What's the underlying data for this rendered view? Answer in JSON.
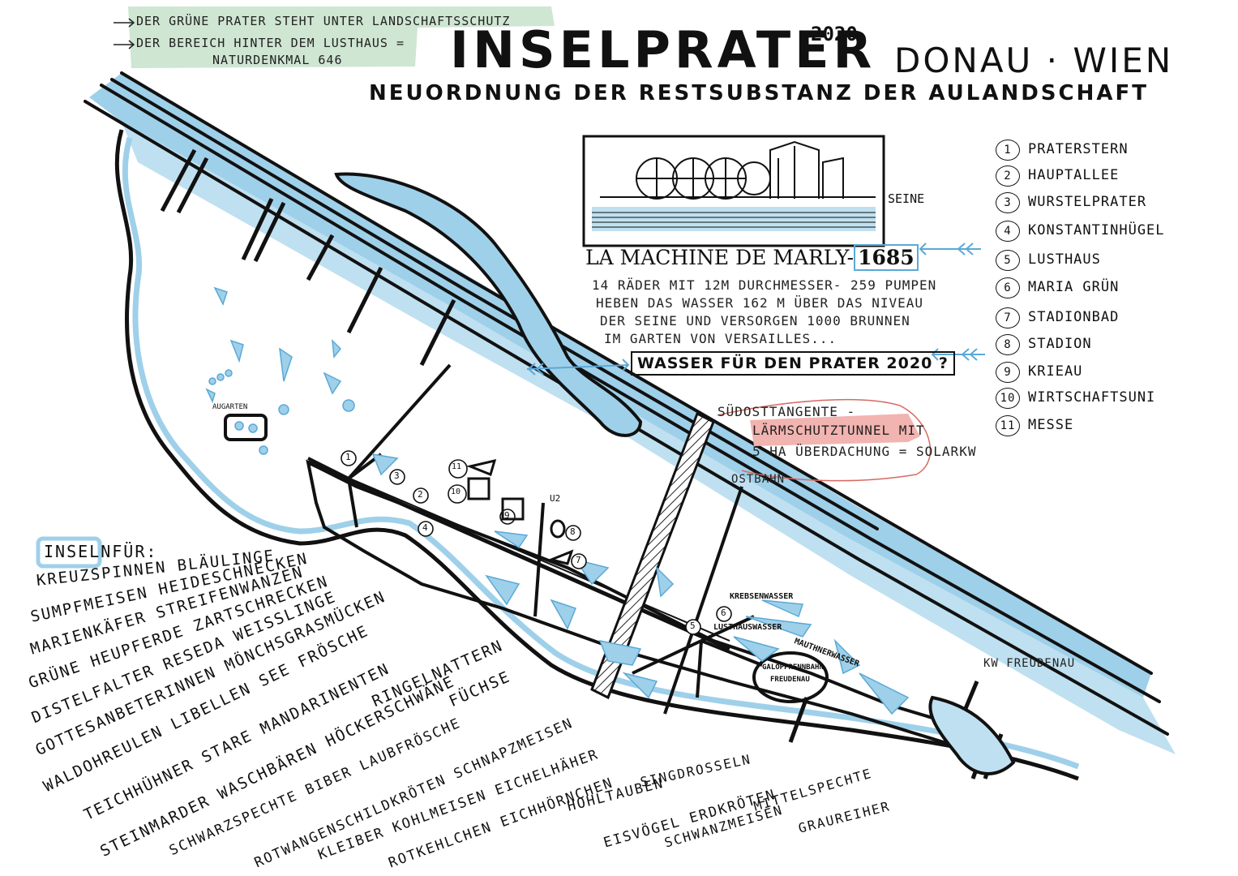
{
  "header": {
    "title": "INSELPRATER",
    "year": "2020",
    "location": "DONAU · WIEN",
    "subtitle": "NEUORDNUNG DER RESTSUBSTANZ DER AULANDSCHAFT"
  },
  "protection_note": {
    "line1": "DER GRÜNE PRATER STEHT UNTER LANDSCHAFTSSCHUTZ",
    "line2": "DER BEREICH HINTER DEM LUSTHAUS =",
    "line3": "NATURDENKMAL 646"
  },
  "machine": {
    "caption": "LA MACHINE DE MARLY",
    "year": "1685",
    "river_label": "SEINE",
    "desc1": "14 RÄDER MIT 12M DURCHMESSER- 259 PUMPEN",
    "desc2": "HEBEN DAS WASSER 162 M ÜBER DAS NIVEAU",
    "desc3": "DER SEINE UND VERSORGEN 1000 BRUNNEN",
    "desc4": "IM GARTEN VON VERSAILLES...",
    "question": "WASSER FÜR DEN PRATER 2020 ?"
  },
  "legend": [
    {
      "num": "1",
      "label": "PRATERSTERN"
    },
    {
      "num": "2",
      "label": "HAUPTALLEE"
    },
    {
      "num": "3",
      "label": "WURSTELPRATER"
    },
    {
      "num": "4",
      "label": "KONSTANTINHÜGEL"
    },
    {
      "num": "5",
      "label": "LUSTHAUS"
    },
    {
      "num": "6",
      "label": "MARIA GRÜN"
    },
    {
      "num": "7",
      "label": "STADIONBAD"
    },
    {
      "num": "8",
      "label": "STADION"
    },
    {
      "num": "9",
      "label": "KRIEAU"
    },
    {
      "num": "10",
      "label": "WIRTSCHAFTSUNI"
    },
    {
      "num": "11",
      "label": "MESSE"
    }
  ],
  "tunnel": {
    "line1": "SÜDOSTTANGENTE -",
    "highlight": "LÄRMSCHUTZTUNNEL",
    "line2_tail": "MIT",
    "line3": "5 HA ÜBERDACHUNG = SOLARKW"
  },
  "map_labels": {
    "augarten": "AUGARTEN",
    "ostbahn": "OSTBAHN",
    "u2": "U2",
    "kw_freudenau": "KW FREUDENAU",
    "krebsenwasser": "KREBSENWASSER",
    "lusthauswasser": "LUSTHAUSWASSER",
    "mauthnerwasser": "MAUTHNERWASSER",
    "galopprennbahn": "GALOPPRENNBAHN",
    "freudenau": "FREUDENAU",
    "n1": "1",
    "n2": "2",
    "n3": "3",
    "n4": "4",
    "n5": "5",
    "n6": "6",
    "n7": "7",
    "n8": "8",
    "n9": "9",
    "n10": "10",
    "n11": "11"
  },
  "islands": {
    "heading_box": "INSELN",
    "heading_tail": "FÜR:",
    "species": [
      "KREUZSPINNEN  BLÄULINGE",
      "SUMPFMEISEN  HEIDESCHNECKEN",
      "MARIENKÄFER  STREIFENWANZEN",
      "GRÜNE HEUPFERDE  ZARTSCHRECKEN",
      "DISTELFALTER  RESEDA WEISSLINGE",
      "GOTTESANBETERINNEN  MÖNCHSGRASMÜCKEN",
      "WALDOHREULEN  LIBELLEN  SEE FRÖSCHE",
      "TEICHHÜHNER  STARE  MANDARINENTEN",
      "RINGELNATTERN",
      "STEINMARDER  WASCHBÄREN  HÖCKERSCHWÄNE",
      "FÜCHSE",
      "SCHWARZSPECHTE  BIBER  LAUBFRÖSCHE",
      "ROTWANGENSCHILDKRÖTEN  SCHNAPZMEISEN",
      "KLEIBER  KOHLMEISEN  EICHELHÄHER",
      "ROTKEHLCHEN  EICHHÖRNCHEN",
      "HOHLTAUBEN",
      "SINGDROSSELN",
      "EISVÖGEL  ERDKRÖTEN",
      "SCHWANZMEISEN",
      "MITTELSPECHTE",
      "GRAUREIHER"
    ]
  },
  "colors": {
    "water": "#9fd0ea",
    "water_edge": "#5aa9d6",
    "green_box": "#cfe6d2",
    "red_box": "#f2b4b0",
    "ink": "#111111"
  }
}
